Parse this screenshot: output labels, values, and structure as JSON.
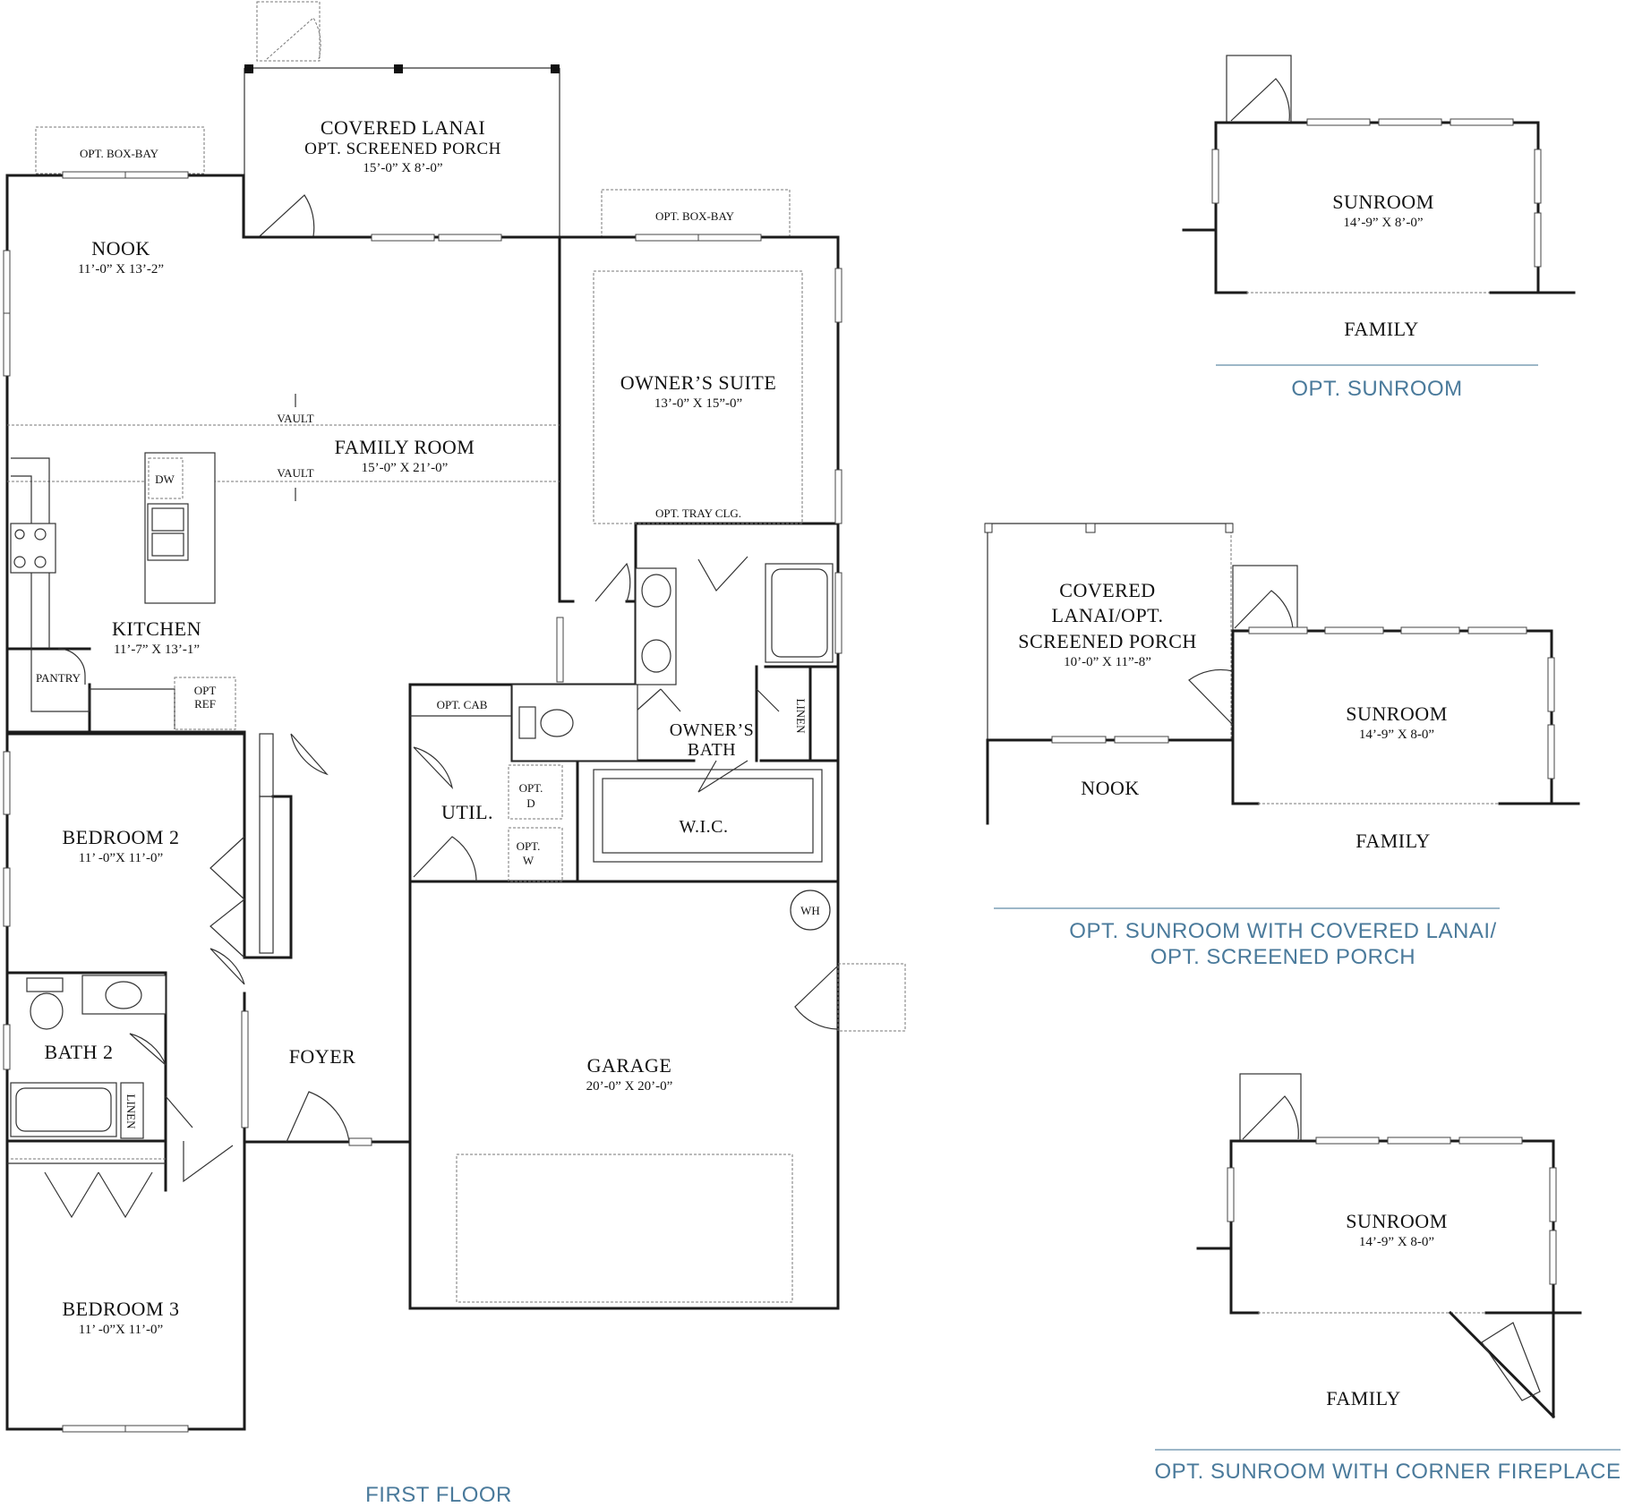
{
  "first_floor": {
    "caption": "FIRST FLOOR",
    "rooms": {
      "covered_lanai": {
        "name": "COVERED LANAI",
        "sub": "OPT. SCREENED PORCH",
        "size": "15’-0” X 8’-0”"
      },
      "nook": {
        "name": "NOOK",
        "size": "11’-0” X 13’-2”"
      },
      "family_room": {
        "name": "FAMILY ROOM",
        "size": "15’-0” X 21’-0”"
      },
      "kitchen": {
        "name": "KITCHEN",
        "size": "11’-7” X 13’-1”"
      },
      "owners_suite": {
        "name": "OWNER’S SUITE",
        "size": "13’-0” X 15”-0”"
      },
      "owners_bath": {
        "line1": "OWNER’S",
        "line2": "BATH"
      },
      "wic": {
        "name": "W.I.C."
      },
      "util": {
        "name": "UTIL."
      },
      "bedroom2": {
        "name": "BEDROOM 2",
        "size": "11’ -0”X 11’-0”"
      },
      "bath2": {
        "name": "BATH 2"
      },
      "foyer": {
        "name": "FOYER"
      },
      "garage": {
        "name": "GARAGE",
        "size": "20’-0” X 20’-0”"
      },
      "bedroom3": {
        "name": "BEDROOM 3",
        "size": "11’ -0”X 11’-0”"
      }
    },
    "labels": {
      "opt_box_bay_nook": "OPT. BOX-BAY",
      "opt_box_bay_owner": "OPT. BOX-BAY",
      "vault_upper": "VAULT",
      "vault_lower": "VAULT",
      "dw": "DW",
      "pantry": "PANTRY",
      "opt_ref_1": "OPT",
      "opt_ref_2": "REF",
      "opt_tray": "OPT. TRAY CLG.",
      "opt_cab": "OPT. CAB",
      "linen_owner": "LINEN",
      "linen_bath2": "LINEN",
      "opt_d_1": "OPT.",
      "opt_d_2": "D",
      "opt_w_1": "OPT.",
      "opt_w_2": "W",
      "wh": "WH"
    }
  },
  "option_sunroom": {
    "caption": "OPT. SUNROOM",
    "room": "SUNROOM",
    "size": "14’-9” X 8’-0”",
    "adjacent": "FAMILY"
  },
  "option_sunroom_lanai": {
    "caption_line1": "OPT. SUNROOM WITH COVERED LANAI/",
    "caption_line2": "OPT. SCREENED PORCH",
    "lanai_line1": "COVERED",
    "lanai_line2": "LANAI/OPT.",
    "lanai_line3": "SCREENED PORCH",
    "lanai_size": "10’-0” X 11”-8”",
    "room": "SUNROOM",
    "size": "14’-9” X 8-0”",
    "nook": "NOOK",
    "adjacent": "FAMILY"
  },
  "option_sunroom_fireplace": {
    "caption": "OPT. SUNROOM WITH CORNER FIREPLACE",
    "room": "SUNROOM",
    "size": "14’-9” X 8-0”",
    "adjacent": "FAMILY"
  }
}
